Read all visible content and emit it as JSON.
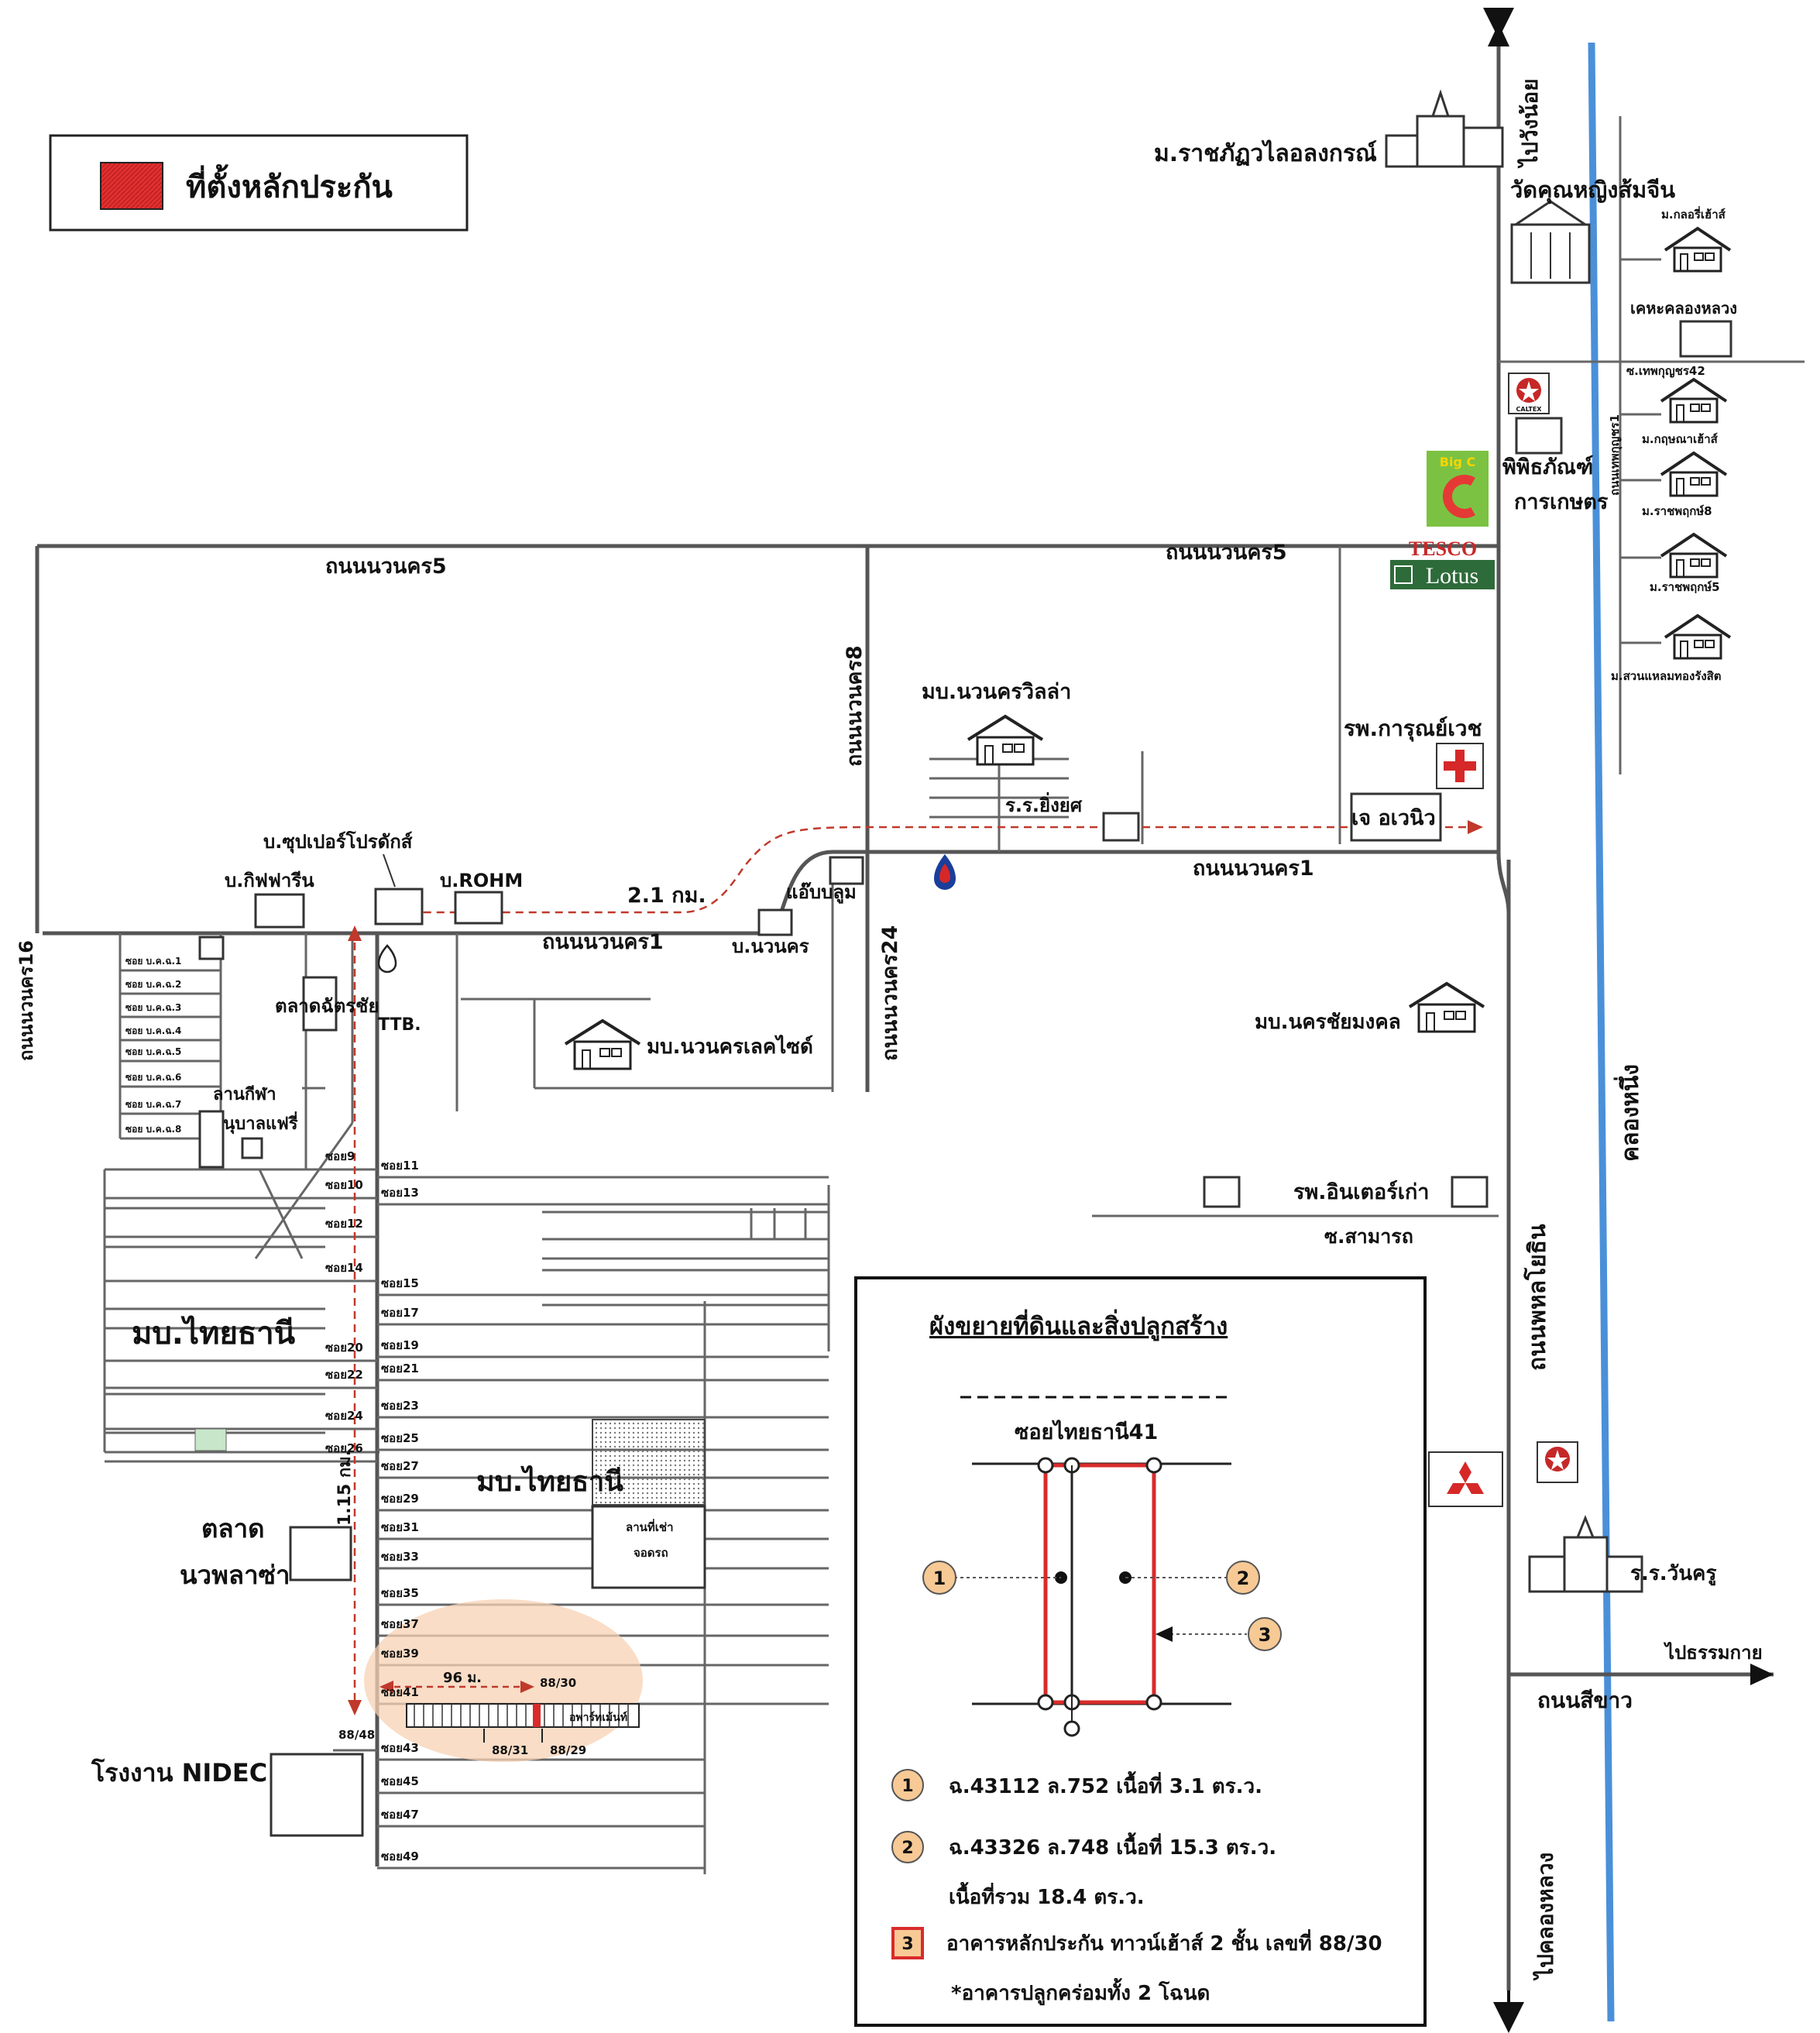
{
  "legend": {
    "label": "ที่ตั้งหลักประกัน",
    "swatch_color": "#e03030"
  },
  "colors": {
    "canal": "#4a90d9",
    "route": "#c0392b",
    "highlight": "#f7d2b4",
    "collateral": "#d92b2b"
  },
  "roads": {
    "navanakorn5_west": "ถนนนวนคร5",
    "navanakorn5_east": "ถนนนวนคร5",
    "navanakorn1_west": "ถนนนวนคร1",
    "navanakorn1_east": "ถนนนวนคร1",
    "navanakorn8": "ถนนนวนคร8",
    "navanakorn24": "ถนนนวนคร24",
    "navanakorn16": "ถนนนวนคร16",
    "phahonyothin": "ถนนพหลโยธิน",
    "to_wang_noi": "ไปวังน้อย",
    "to_khlong_luang": "ไปคลองหลวง",
    "to_thammakai": "ไปธรรมกาย",
    "sikhao": "ถนนสีขาว",
    "samamat": "ซ.สามารถ",
    "thepkunchorn1": "ถนนเทพกุญชร1",
    "thepkunchorn42": "ซ.เทพกุญชร42",
    "khlong_nueng": "คลองหนึ่ง"
  },
  "places": {
    "rajabhat": "ม.ราชภัฏวไลอลงกรณ์",
    "wat": "วัดคุณหญิงส้มจีน",
    "glory_house": "ม.กลอรี่เฮ้าส์",
    "khlong_luang_municipality": "เคหะคลองหลวง",
    "kritsana_house": "ม.กฤษณาเฮ้าส์",
    "ratchaphruek8": "ม.ราชพฤกษ์8",
    "ratchaphruek5": "ม.ราชพฤกษ์5",
    "suan_laem": "ม.สวนแหลมทองรังสิต",
    "museum_1": "พิพิธภัณฑ์",
    "museum_2": "การเกษตร",
    "big_c": "Big C",
    "tesco": "TESCO",
    "lotus": "Lotus",
    "villa": "มบ.นวนครวิลล่า",
    "school_yingyot": "ร.ร.ยิ่งยศ",
    "karunwet": "รพ.การุณย์เวช",
    "j_avenue": "เจ อเวนิว",
    "super_products": "บ.ซุปเปอร์โปรดักส์",
    "kiffarin": "บ.กิฟฟารีน",
    "rohm": "บ.ROHM",
    "ap_plum": "แอ๊บบลูม",
    "b_navanakorn": "บ.นวนคร",
    "nava_lakeside": "มบ.นวนครเลคไซด์",
    "nakhon_chai_mongkol": "มบ.นครชัยมงคล",
    "inter_hospital": "รพ.อินเตอร์เก่า",
    "ttb": "TTB.",
    "chatchai_market": "ตลาดฉัตรชัย",
    "sports_field": "ลานกีฬา",
    "kindergarten": "อนุบาลแฟรี่",
    "thaithani_big": "มบ.ไทยธานี",
    "thaithani_red": "มบ.ไทยธานี",
    "parking_1": "ลานที่เช่า",
    "parking_2": "จอดรถ",
    "market_1": "ตลาด",
    "market_2": "นวพลาซ่า",
    "nidec": "โรงงาน NIDEC",
    "wankru_school": "ร.ร.วันครู",
    "caltex": "CALTEX",
    "apartment": "อพาร์ทเม้นท์"
  },
  "distances": {
    "route": "2.1 กม.",
    "vertical": "1.15 กม.",
    "horizontal": "96 ม."
  },
  "house_numbers": {
    "n8830": "88/30",
    "n8848": "88/48",
    "n8831": "88/31",
    "n8829": "88/29"
  },
  "soi_bk": [
    "ซอย บ.ค.ฉ.1",
    "ซอย บ.ค.ฉ.2",
    "ซอย บ.ค.ฉ.3",
    "ซอย บ.ค.ฉ.4",
    "ซอย บ.ค.ฉ.5",
    "ซอย บ.ค.ฉ.6",
    "ซอย บ.ค.ฉ.7",
    "ซอย บ.ค.ฉ.8"
  ],
  "soi_left": [
    "ซอย9",
    "ซอย10",
    "ซอย12",
    "ซอย14",
    "ซอย20",
    "ซอย22",
    "ซอย24",
    "ซอย26"
  ],
  "soi_right": [
    "ซอย11",
    "ซอย13",
    "ซอย15",
    "ซอย17",
    "ซอย19",
    "ซอย21",
    "ซอย23",
    "ซอย25",
    "ซอย27",
    "ซอย29",
    "ซอย31",
    "ซอย33",
    "ซอย35",
    "ซอย37",
    "ซอย39",
    "ซอย41",
    "ซอย43",
    "ซอย45",
    "ซอย47",
    "ซอย49"
  ],
  "detail": {
    "title": "ผังขยายที่ดินและสิ่งปลูกสร้าง",
    "soi": "ซอยไทยธานี41",
    "m1": "1",
    "m2": "2",
    "m3": "3",
    "deed1": "ฉ.43112 ล.752 เนื้อที่ 3.1 ตร.ว.",
    "deed2": "ฉ.43326 ล.748 เนื้อที่ 15.3 ตร.ว.",
    "total": "เนื้อที่รวม 18.4 ตร.ว.",
    "building": "อาคารหลักประกัน ทาวน์เฮ้าส์ 2 ชั้น เลขที่ 88/30",
    "note": "*อาคารปลูกคร่อมทั้ง 2 โฉนด"
  }
}
